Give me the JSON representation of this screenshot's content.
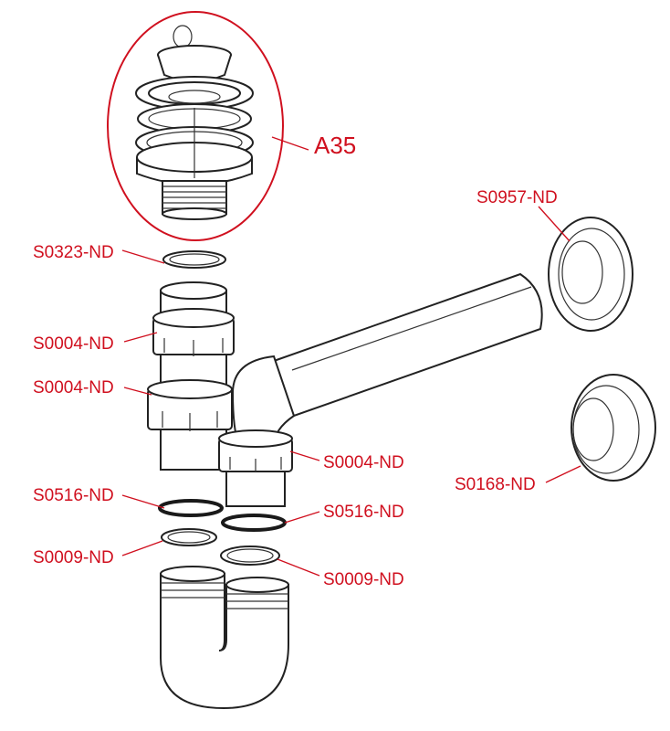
{
  "accent_color": "#d0101f",
  "labels": {
    "a35": "A35",
    "s0957": "S0957-ND",
    "s0323": "S0323-ND",
    "s0004_top": "S0004-ND",
    "s0004_mid": "S0004-ND",
    "s0004_right": "S0004-ND",
    "s0168": "S0168-ND",
    "s0516_left": "S0516-ND",
    "s0516_right": "S0516-ND",
    "s0009_left": "S0009-ND",
    "s0009_right": "S0009-ND"
  }
}
